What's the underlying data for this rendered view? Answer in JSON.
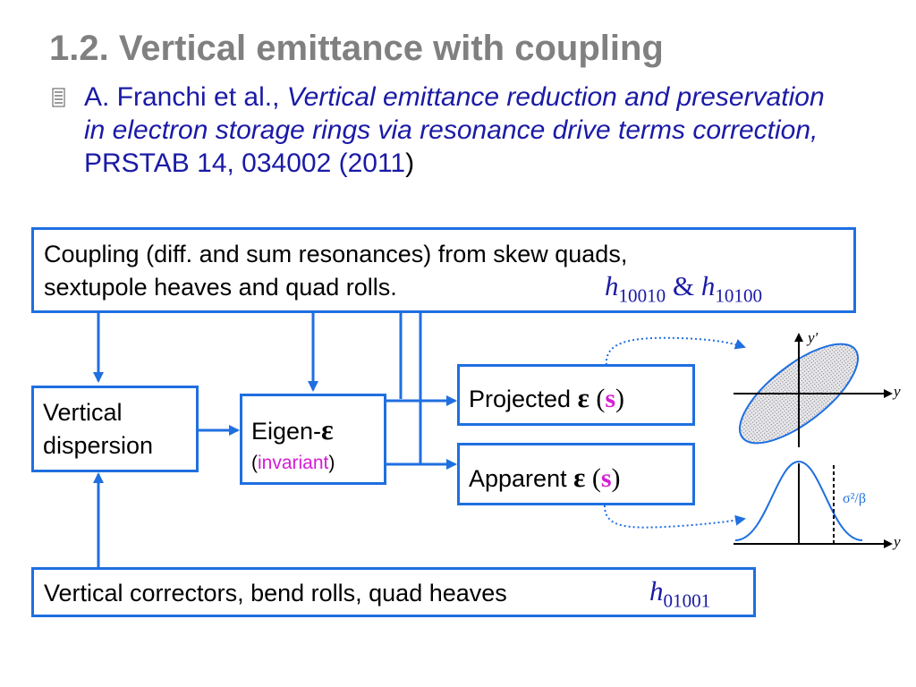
{
  "title": "1.2. Vertical emittance with coupling",
  "reference": {
    "authors": "A. Franchi et al., ",
    "paper_title": "Vertical emittance reduction and preservation in electron storage rings via resonance drive terms correction,",
    "journal": " PRSTAB 14, 034002 (2011",
    "close": ")"
  },
  "boxes": {
    "coupling": {
      "line1": "Coupling (diff. and sum resonances) from skew quads,",
      "line2": "sextupole heaves and quad rolls.",
      "h1": "h",
      "h1_sub": "10010",
      "amp": " & ",
      "h2": "h",
      "h2_sub": "10100"
    },
    "dispersion": {
      "line1": "Vertical",
      "line2": "dispersion"
    },
    "eigen": {
      "prefix": "Eigen-",
      "epsilon": "ε",
      "paren_open": "(",
      "invariant": "invariant",
      "paren_close": ")"
    },
    "projected": {
      "label": "Projected ",
      "epsilon": "ε",
      "open": " (",
      "s": "s",
      "close": ")"
    },
    "apparent": {
      "label": "Apparent ",
      "epsilon": "ε",
      "open": " (",
      "s": "s",
      "close": ")"
    },
    "correctors": {
      "text": "Vertical correctors, bend rolls, quad heaves",
      "h": "h",
      "h_sub": "01001"
    }
  },
  "plots": {
    "phase_space": {
      "x_label": "y",
      "y_label": "y′"
    },
    "distribution": {
      "x_label": "y",
      "annotation": "σ²/β"
    }
  },
  "colors": {
    "title": "#808080",
    "box_border": "#1f6fe0",
    "arrow": "#1f6fe0",
    "math": "#1a1aa6",
    "highlight": "#d61cd6"
  },
  "icons": {
    "bullet": "notebook-bullet-icon"
  }
}
